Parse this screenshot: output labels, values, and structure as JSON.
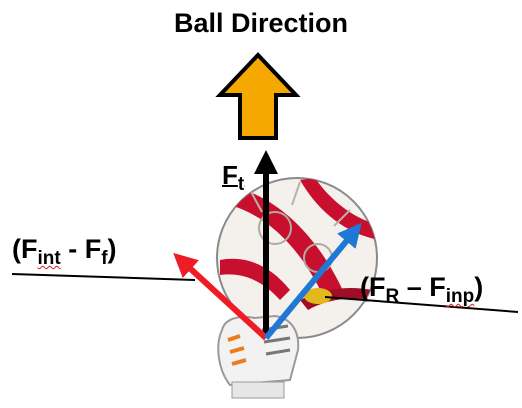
{
  "title": "Ball Direction",
  "labels": {
    "ft": {
      "main": "F",
      "sub": "t"
    },
    "fint": {
      "open": "(",
      "f1": "F",
      "sub1": "int",
      "minus": " - ",
      "f2": "F",
      "sub2": "f",
      "close": ")"
    },
    "fr": {
      "open": "(",
      "f1": "F",
      "sub1": "R",
      "minus": " – ",
      "f2": "F",
      "sub2": "inp",
      "close": ")"
    }
  },
  "colors": {
    "direction_arrow_fill": "#f5a800",
    "direction_arrow_stroke": "#000000",
    "ft_arrow": "#000000",
    "fint_arrow": "#ee1c24",
    "fr_arrow": "#1f78d4",
    "ball_red": "#c8102e"
  },
  "icons": {
    "direction": "block-up-arrow-icon",
    "ball": "soccer-ball-icon",
    "glove": "goalkeeper-glove-icon"
  }
}
